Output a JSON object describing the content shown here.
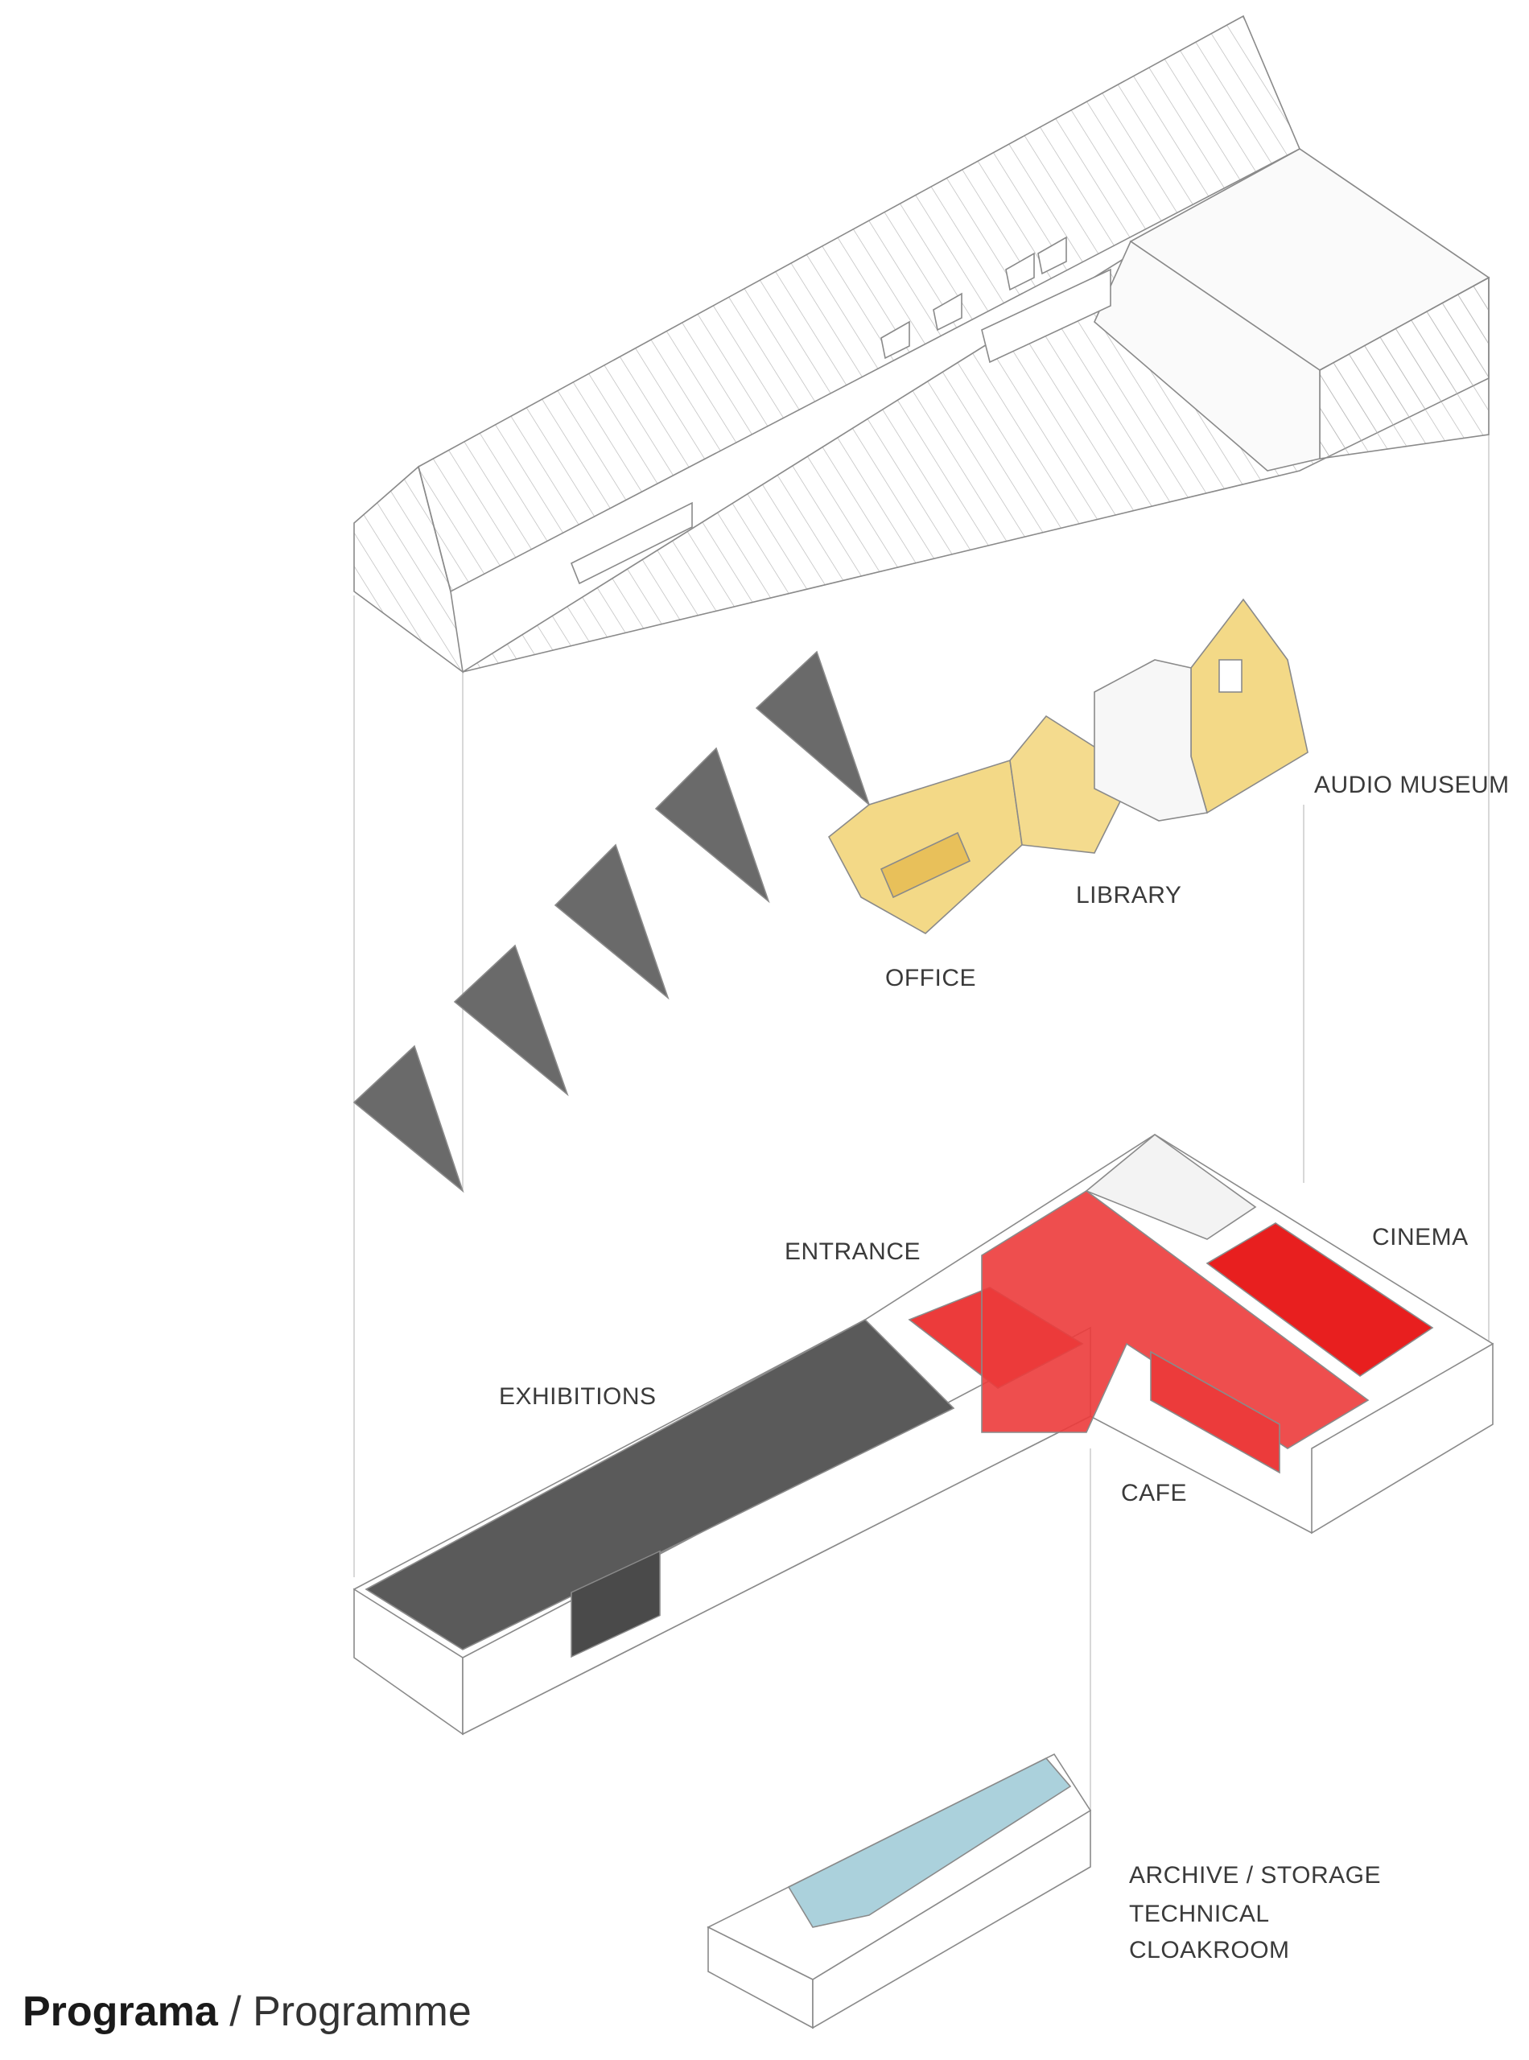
{
  "labels": {
    "audio_museum": "AUDIO MUSEUM",
    "library": "LIBRARY",
    "office": "OFFICE",
    "entrance": "ENTRANCE",
    "cinema": "CINEMA",
    "exhibitions": "EXHIBITIONS",
    "cafe": "CAFE",
    "archive_line1": "ARCHIVE / STORAGE",
    "archive_line2": "TECHNICAL",
    "archive_line3": "CLOAKROOM"
  },
  "caption": {
    "bold": "Programa",
    "separator": " / ",
    "light": "Programme"
  },
  "colors": {
    "upper_floor": "#f2d57a",
    "ground_public": "#ec3b3b",
    "exhibitions": "#5a5a5a",
    "basement": "#9cc9d6",
    "lines": "#8a8a8a"
  }
}
